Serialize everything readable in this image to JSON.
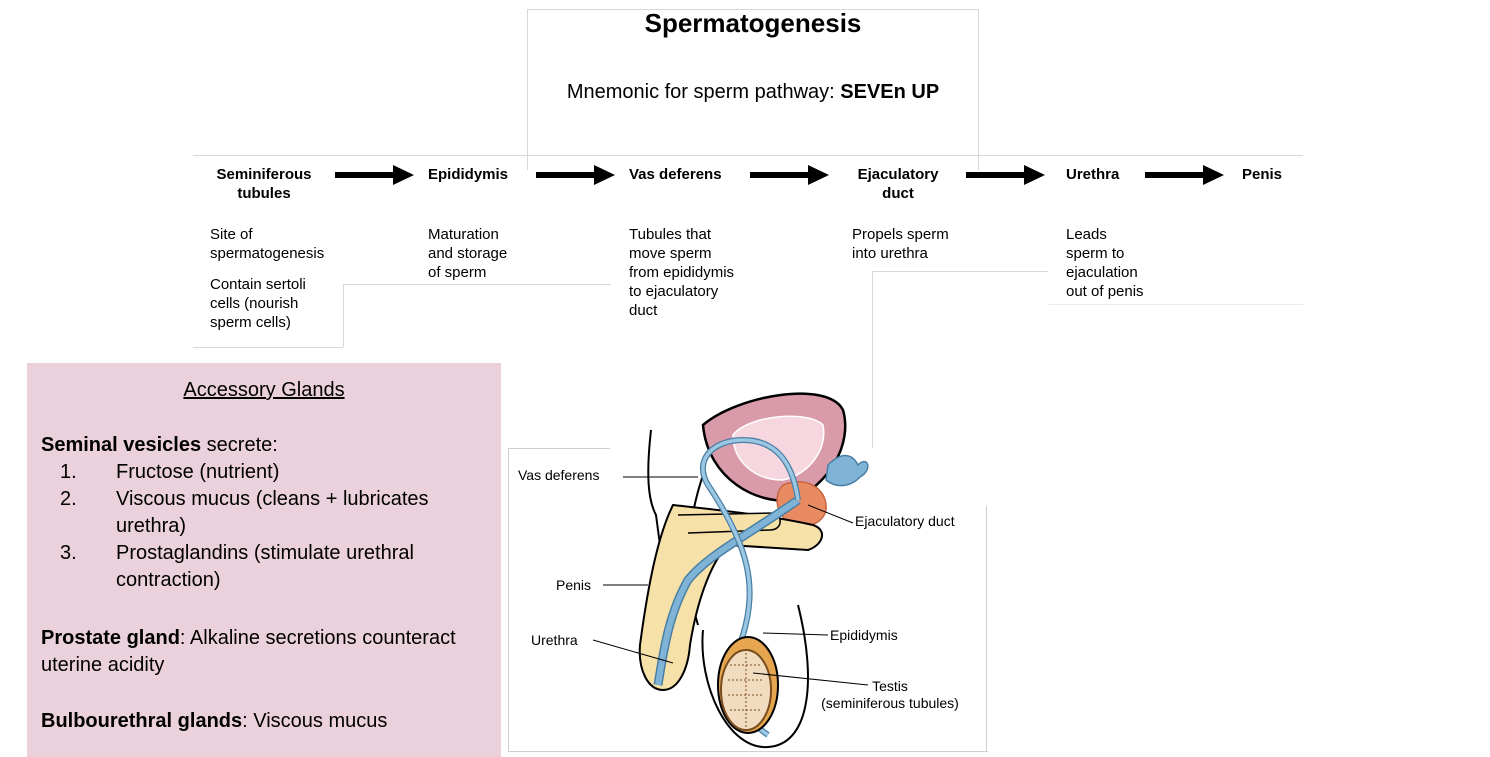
{
  "title": "Spermatogenesis",
  "mnemonic": {
    "prefix": "Mnemonic for sperm pathway: ",
    "emphasis": "SEVEn UP"
  },
  "pathway": [
    {
      "name_line1": "Seminiferous",
      "name_line2": "tubules",
      "desc": [
        "Site of",
        "spermatogenesis"
      ],
      "extra": [
        "Contain sertoli",
        "cells (nourish",
        "sperm cells)"
      ]
    },
    {
      "name_line1": "Epididymis",
      "name_line2": "",
      "desc": [
        "Maturation",
        "and storage",
        "of sperm"
      ]
    },
    {
      "name_line1": "Vas deferens",
      "name_line2": "",
      "desc": [
        "Tubules that",
        "move sperm",
        "from epididymis",
        "to ejaculatory",
        "duct"
      ]
    },
    {
      "name_line1": "Ejaculatory",
      "name_line2": "duct",
      "desc": [
        "Propels sperm",
        "into urethra"
      ]
    },
    {
      "name_line1": "Urethra",
      "name_line2": "",
      "desc": [
        "Leads",
        "sperm to",
        "ejaculation",
        "out of penis"
      ]
    },
    {
      "name_line1": "Penis",
      "name_line2": "",
      "desc": []
    }
  ],
  "accessory": {
    "title": "Accessory Glands",
    "seminal_bold": "Seminal vesicles",
    "seminal_rest": " secrete:",
    "items": [
      {
        "num": "1.",
        "text": "Fructose (nutrient)"
      },
      {
        "num": "2.",
        "text": "Viscous mucus (cleans + lubricates urethra)"
      },
      {
        "num": "3.",
        "text": "Prostaglandins (stimulate urethral contraction)"
      }
    ],
    "prostate_bold": "Prostate gland",
    "prostate_rest": ": Alkaline secretions counteract uterine acidity",
    "bulbo_bold": "Bulbourethral glands",
    "bulbo_rest": ": Viscous mucus"
  },
  "diagram_labels": {
    "vas_deferens": "Vas deferens",
    "ejaculatory_duct": "Ejaculatory duct",
    "penis": "Penis",
    "urethra": "Urethra",
    "epididymis": "Epididymis",
    "testis": "Testis",
    "testis_sub": "(seminiferous tubules)"
  },
  "colors": {
    "panel_bg": "#ead1dc",
    "bladder": "#d99aaa",
    "duct": "#7fb4d6",
    "penis": "#f6e1a8",
    "prostate": "#e98b62",
    "epididymis": "#e5a64f"
  }
}
